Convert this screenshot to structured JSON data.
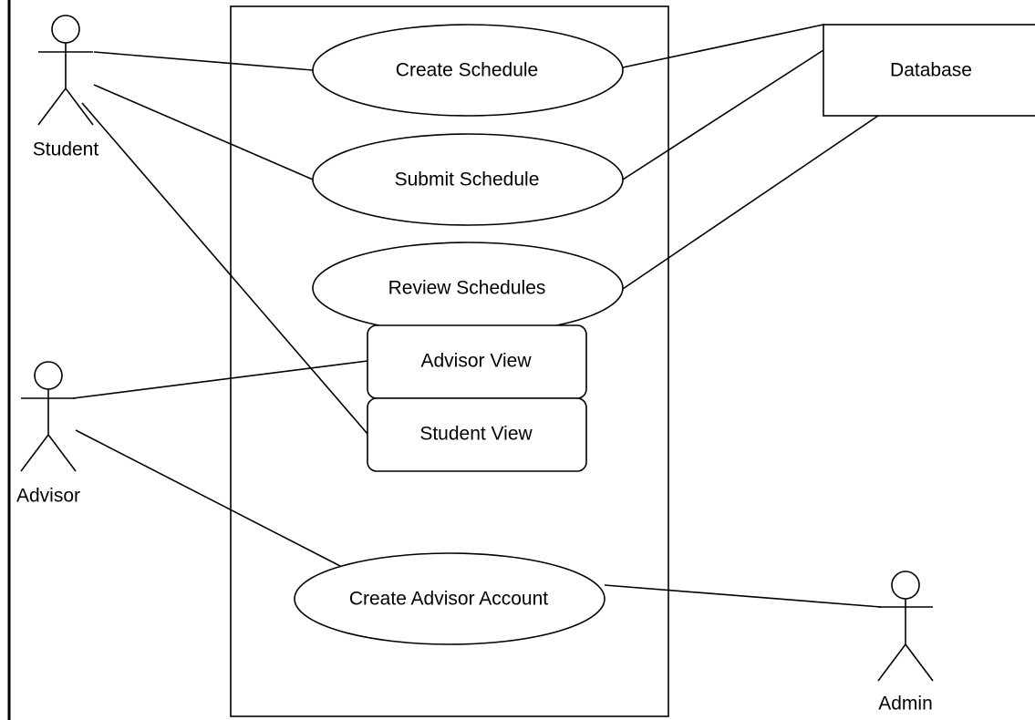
{
  "diagram": {
    "actors": {
      "student": "Student",
      "advisor": "Advisor",
      "admin": "Admin"
    },
    "use_cases": {
      "create_schedule": "Create Schedule",
      "submit_schedule": "Submit Schedule",
      "review_schedules": "Review Schedules",
      "advisor_view": "Advisor View",
      "student_view": "Student View",
      "create_advisor_account": "Create Advisor Account"
    },
    "external_systems": {
      "database": "Database"
    }
  }
}
